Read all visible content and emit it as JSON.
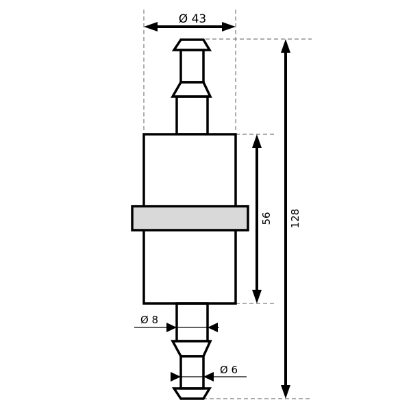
{
  "diagram": {
    "type": "technical-drawing",
    "subject": "in-line filter",
    "colors": {
      "outline": "#000000",
      "band_fill": "#d9d9d9",
      "dashed_extension": "#7a7a7a",
      "background": "#ffffff"
    },
    "dimensions": {
      "body_diameter": {
        "symbol": "Ø",
        "value": "43",
        "label": "Ø 43"
      },
      "body_length": {
        "value": "56",
        "label": "56",
        "orientation": "vertical"
      },
      "overall_length": {
        "value": "128",
        "label": "128",
        "orientation": "vertical"
      },
      "stem_diameter": {
        "symbol": "Ø",
        "value": "8",
        "label": "Ø 8"
      },
      "tip_diameter": {
        "symbol": "Ø",
        "value": "6",
        "label": "Ø 6"
      }
    },
    "parts": [
      {
        "name": "top-barb-tip",
        "shape": "trapezoid"
      },
      {
        "name": "top-barb-neck",
        "shape": "rectangle"
      },
      {
        "name": "top-barb-flare",
        "shape": "trapezoid"
      },
      {
        "name": "top-stem",
        "shape": "rectangle"
      },
      {
        "name": "filter-body",
        "shape": "rectangle"
      },
      {
        "name": "center-band",
        "shape": "rectangle",
        "fill": "gray"
      },
      {
        "name": "bottom-stem",
        "shape": "rectangle"
      },
      {
        "name": "bottom-barb-flare",
        "shape": "inverted-trapezoid"
      },
      {
        "name": "bottom-barb-neck",
        "shape": "rectangle"
      },
      {
        "name": "bottom-barb-tip",
        "shape": "inverted-trapezoid"
      }
    ]
  }
}
